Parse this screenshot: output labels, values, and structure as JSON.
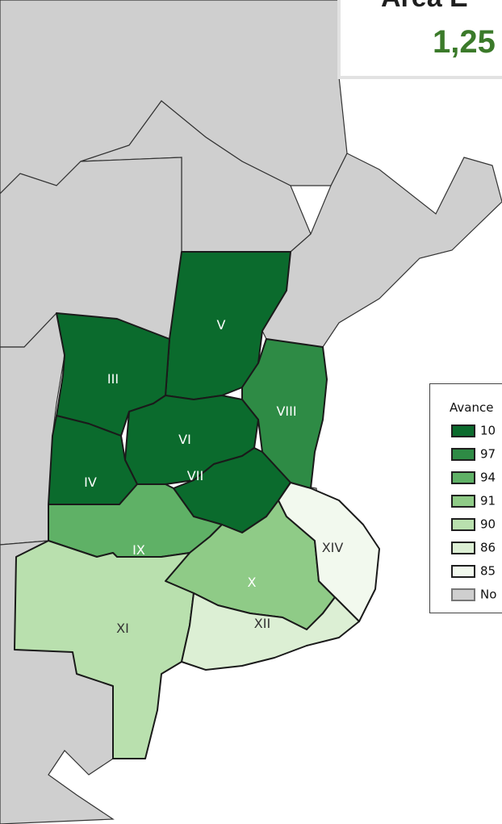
{
  "title": {
    "line1": "Área E",
    "line2": "1,25"
  },
  "legend": {
    "title": "Avance",
    "items": [
      {
        "label": "10",
        "color": "#0b6b2d"
      },
      {
        "label": "97",
        "color": "#2e8b45"
      },
      {
        "label": "94",
        "color": "#5fb166"
      },
      {
        "label": "91",
        "color": "#8fcb87"
      },
      {
        "label": "90",
        "color": "#b9e0ae"
      },
      {
        "label": "86",
        "color": "#dcefd4"
      },
      {
        "label": "85",
        "color": "#f2f9ee"
      },
      {
        "label": "No",
        "color": "#cfcfcf"
      }
    ]
  },
  "regions": [
    {
      "id": "III",
      "label": "III",
      "color": "#0b6b2d"
    },
    {
      "id": "V",
      "label": "V",
      "color": "#0b6b2d"
    },
    {
      "id": "IV",
      "label": "IV",
      "color": "#0b6b2d"
    },
    {
      "id": "VI",
      "label": "VI",
      "color": "#0b6b2d"
    },
    {
      "id": "VII",
      "label": "VII",
      "color": "#0b6b2d"
    },
    {
      "id": "VIII",
      "label": "VIII",
      "color": "#2e8b45"
    },
    {
      "id": "IX",
      "label": "IX",
      "color": "#5fb166"
    },
    {
      "id": "X",
      "label": "X",
      "color": "#8fcb87"
    },
    {
      "id": "XI",
      "label": "XI",
      "color": "#b9e0ae"
    },
    {
      "id": "XII",
      "label": "XII",
      "color": "#dcefd4"
    },
    {
      "id": "XIV",
      "label": "XIV",
      "color": "#f2f9ee"
    }
  ],
  "colors": {
    "no_data": "#cfcfcf",
    "border": "#222222",
    "background": "#ffffff"
  }
}
